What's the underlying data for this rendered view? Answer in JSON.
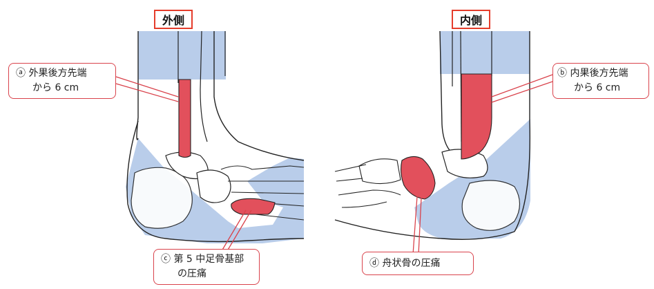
{
  "labels": {
    "lateral": "外側",
    "medial": "内側"
  },
  "callouts": {
    "a": {
      "line1": "ⓐ 外果後方先端",
      "line2": "から 6 cm"
    },
    "b": {
      "line1": "ⓑ 内果後方先端",
      "line2": "から 6 cm"
    },
    "c": {
      "line1": "ⓒ 第 5 中足骨基部",
      "line2": "の圧痛"
    },
    "d": {
      "line1": "ⓓ 舟状骨の圧痛"
    }
  },
  "colors": {
    "zone_blue": "#b9cdea",
    "tender_red": "#e2505c",
    "label_border": "#e53c2b",
    "outline": "#222222"
  }
}
